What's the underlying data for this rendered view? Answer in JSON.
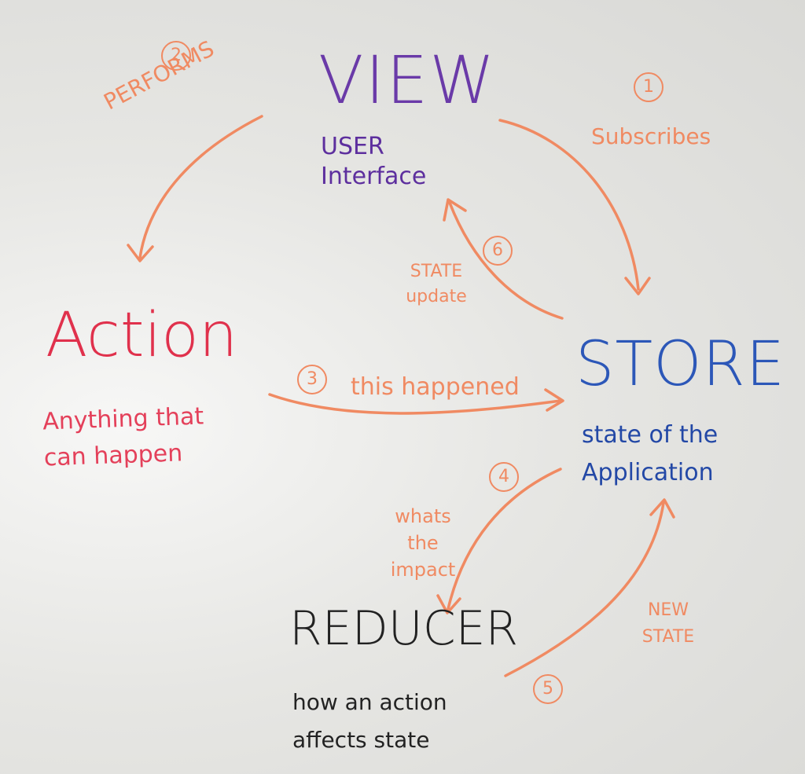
{
  "nodes": {
    "view": {
      "title": "VIEW",
      "subtitle": "USER Interface"
    },
    "action": {
      "title": "Action",
      "subtitle": "Anything that can happen"
    },
    "store": {
      "title": "STORE",
      "subtitle": "state of the Application"
    },
    "reducer": {
      "title": "REDUCER",
      "subtitle": "how an action affects state"
    }
  },
  "steps": [
    {
      "number": "1",
      "label": "Subscribes"
    },
    {
      "number": "2",
      "label": "PERFORMS"
    },
    {
      "number": "3",
      "label": "this happened"
    },
    {
      "number": "4",
      "label": "whats the impact"
    },
    {
      "number": "5",
      "label": "NEW STATE"
    },
    {
      "number": "6",
      "label": "STATE update"
    }
  ],
  "colors": {
    "view": "#6a3aa8",
    "action": "#e0314c",
    "store": "#2c57b8",
    "reducer": "#222222",
    "arrows": "#f08a62",
    "board": "#e6e6e3"
  }
}
